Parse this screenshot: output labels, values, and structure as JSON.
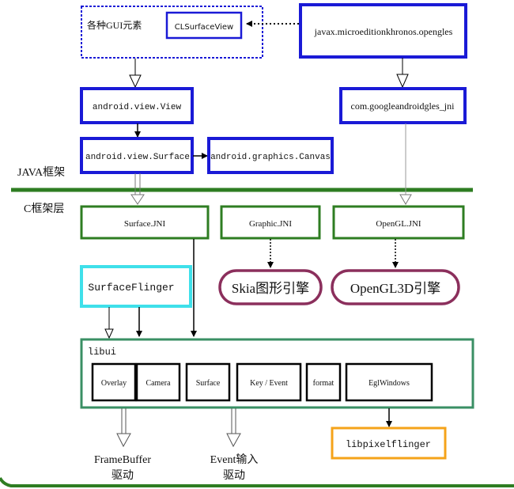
{
  "colors": {
    "blue": "#1a1ad6",
    "green": "#2e7d22",
    "cyan": "#3fe0ea",
    "maroon": "#8b2f5c",
    "orange": "#f5a31a",
    "teal": "#3a8f64",
    "black": "#000000",
    "gray": "#9a9a9a"
  },
  "layers": {
    "java": "JAVA框架",
    "c": "C框架层"
  },
  "nodes": {
    "gui": "各种GUI元素",
    "clsurfaceview": "CLSurfaceView",
    "khronos": "javax.microeditionkhronos.opengles",
    "android_view": "android.view.View",
    "gles_jni": "com.googleandroidgles_jni",
    "surface": "android.view.Surface",
    "canvas": "android.graphics.Canvas",
    "surface_jni": "Surface.JNI",
    "graphic_jni": "Graphic.JNI",
    "opengl_jni": "OpenGL.JNI",
    "surfaceflinger": "SurfaceFlinger",
    "skia": "Skia图形引擎",
    "opengl3d": "OpenGL3D引擎",
    "libui": "libui",
    "libpixelflinger": "libpixelflinger"
  },
  "libui_modules": [
    "Overlay",
    "Camera",
    "Surface",
    "Key / Event",
    "format",
    "EglWindows"
  ],
  "drivers": {
    "framebuffer_1": "FrameBuffer",
    "framebuffer_2": "驱动",
    "event_1": "Event输入",
    "event_2": "驱动"
  }
}
